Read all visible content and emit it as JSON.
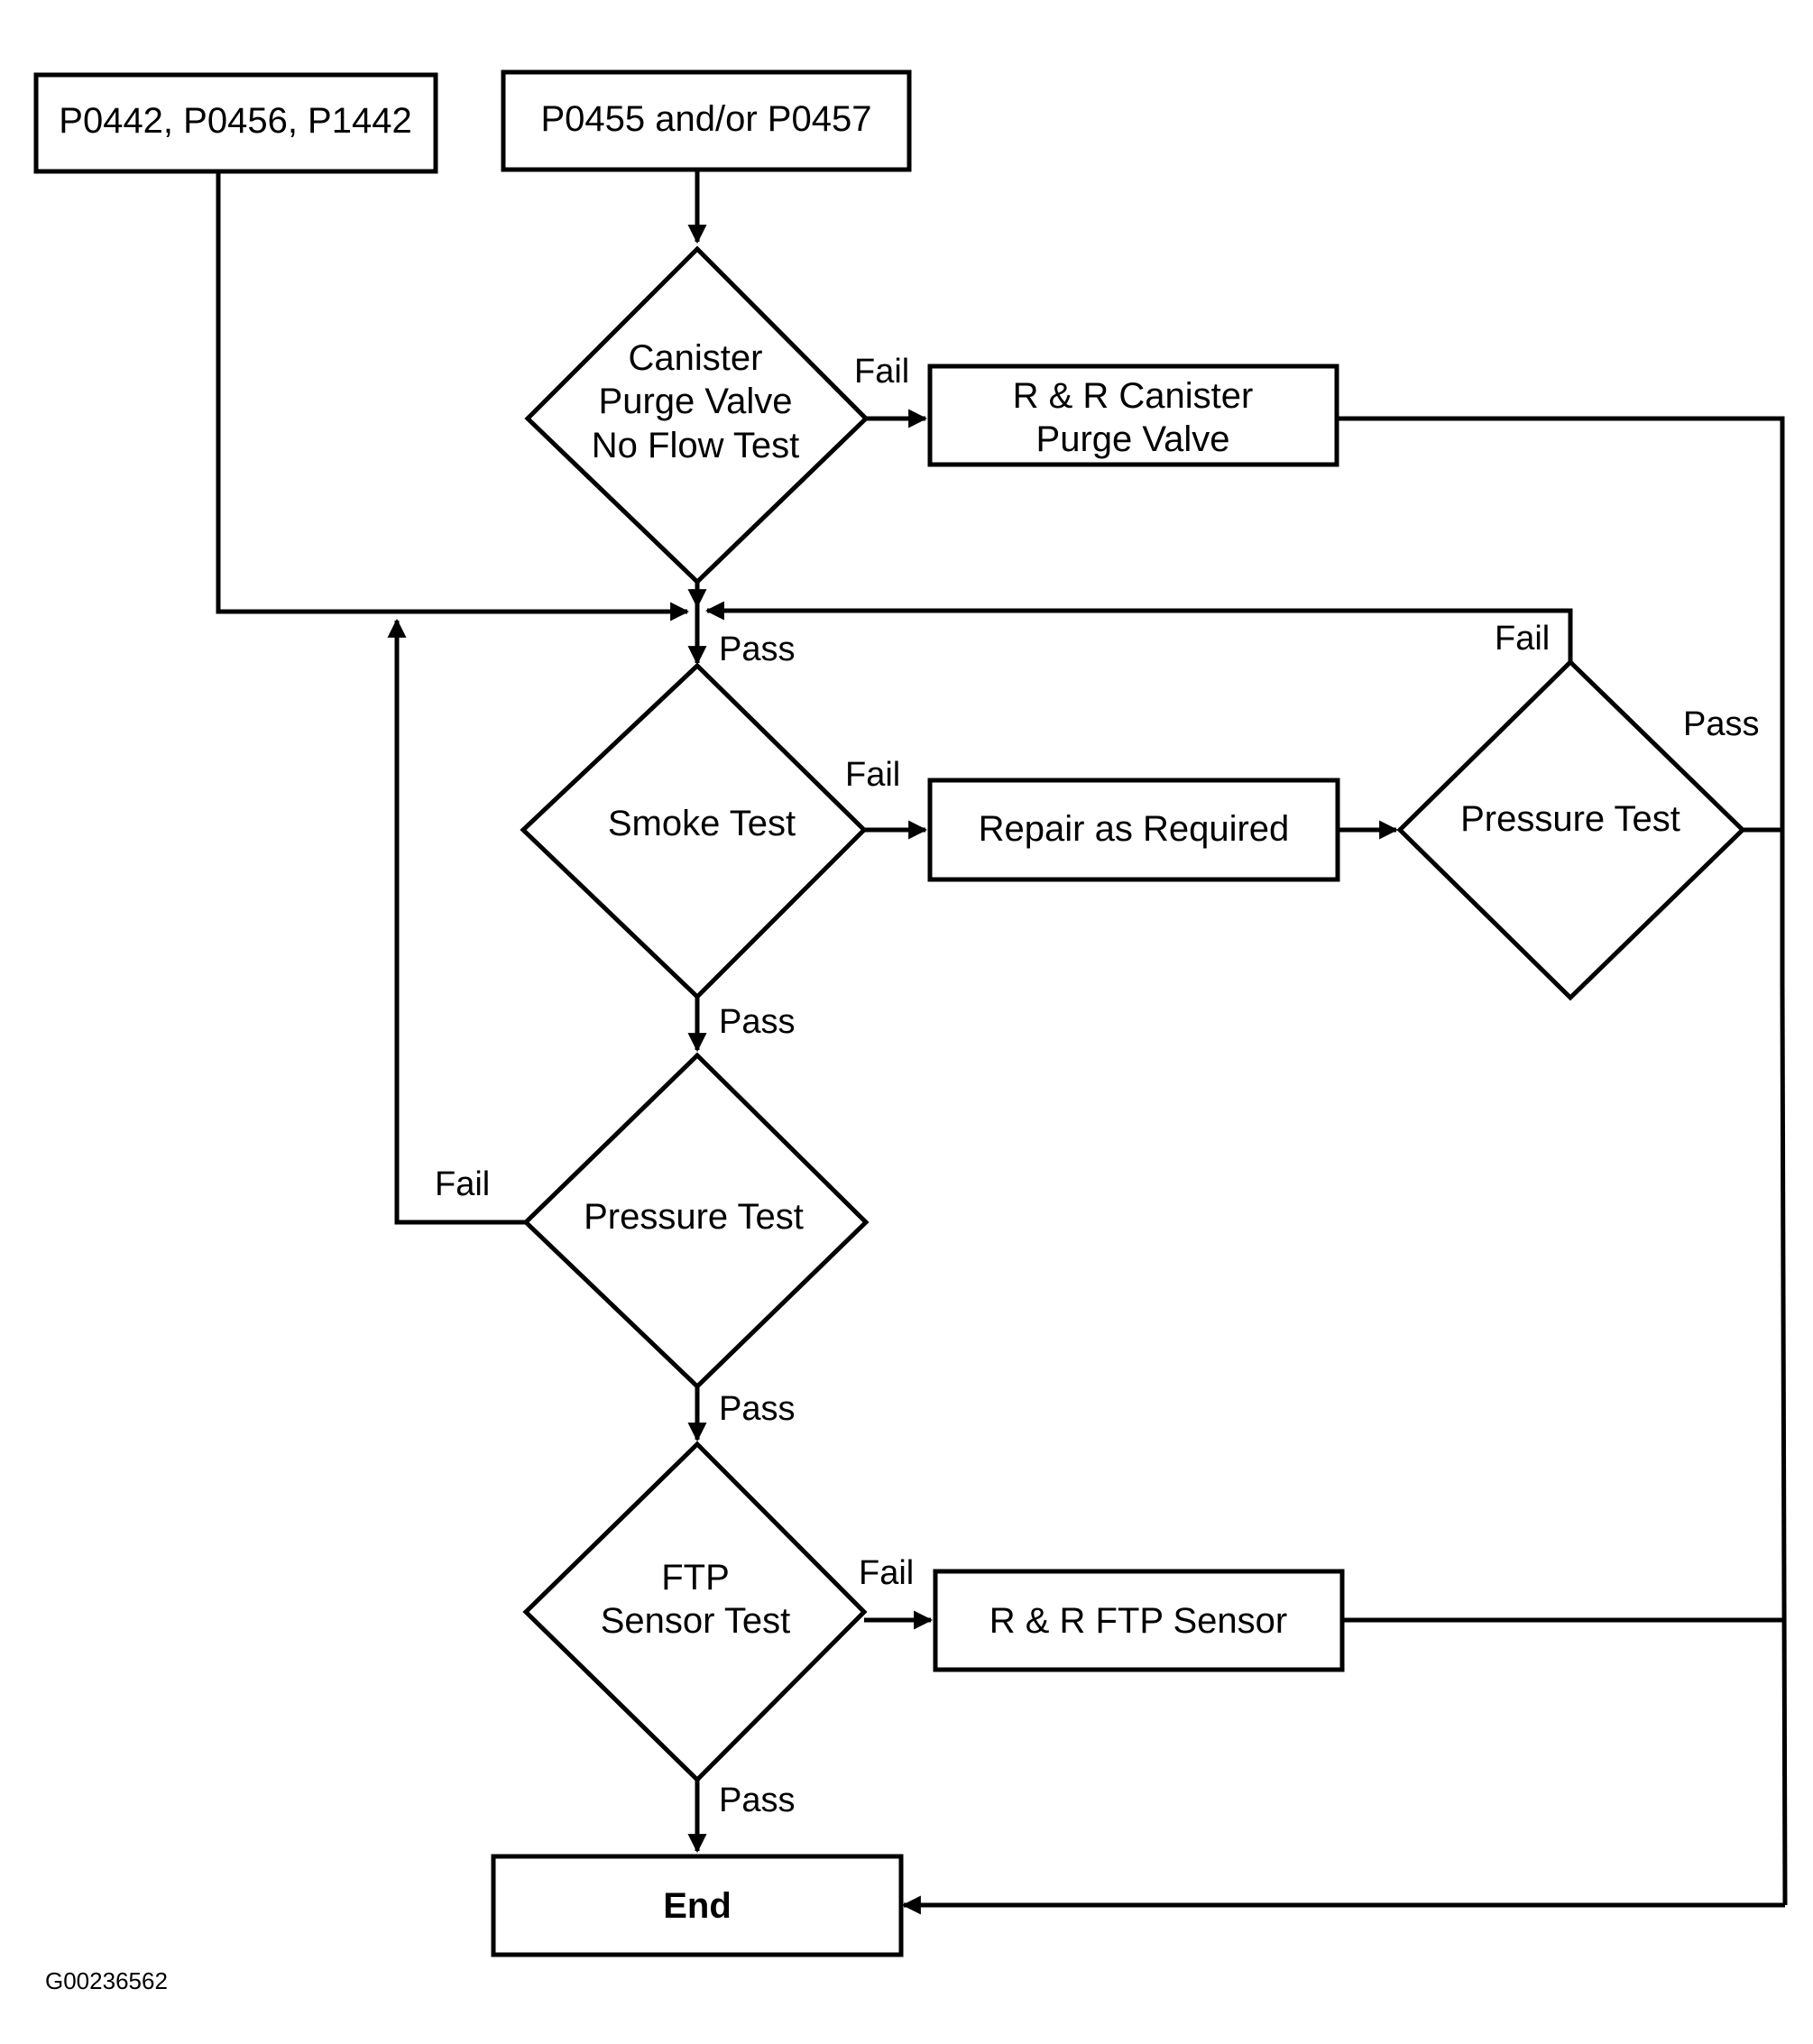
{
  "nodes": {
    "codes_a": {
      "type": "box",
      "lines": [
        "P0442, P0456, P1442"
      ]
    },
    "codes_b": {
      "type": "box",
      "lines": [
        "P0455 and/or P0457"
      ]
    },
    "canister_test": {
      "type": "diamond",
      "lines": [
        "Canister",
        "Purge Valve",
        "No Flow Test"
      ]
    },
    "rr_canister": {
      "type": "box",
      "lines": [
        "R & R Canister",
        "Purge Valve"
      ]
    },
    "smoke_test": {
      "type": "diamond",
      "lines": [
        "Smoke Test"
      ]
    },
    "repair": {
      "type": "box",
      "lines": [
        "Repair as Required"
      ]
    },
    "pressure_test_right": {
      "type": "diamond",
      "lines": [
        "Pressure Test"
      ]
    },
    "pressure_test_center": {
      "type": "diamond",
      "lines": [
        "Pressure Test"
      ]
    },
    "ftp_test": {
      "type": "diamond",
      "lines": [
        "FTP",
        "Sensor Test"
      ]
    },
    "rr_ftp": {
      "type": "box",
      "lines": [
        "R & R FTP Sensor"
      ]
    },
    "end": {
      "type": "box",
      "lines": [
        "End"
      ]
    }
  },
  "edge_labels": {
    "canister_fail": "Fail",
    "canister_pass": "Pass",
    "smoke_fail": "Fail",
    "smoke_pass": "Pass",
    "pressure_right_fail": "Fail",
    "pressure_right_pass": "Pass",
    "pressure_center_fail": "Fail",
    "pressure_center_pass": "Pass",
    "ftp_fail": "Fail",
    "ftp_pass": "Pass"
  },
  "figure_id": "G00236562"
}
